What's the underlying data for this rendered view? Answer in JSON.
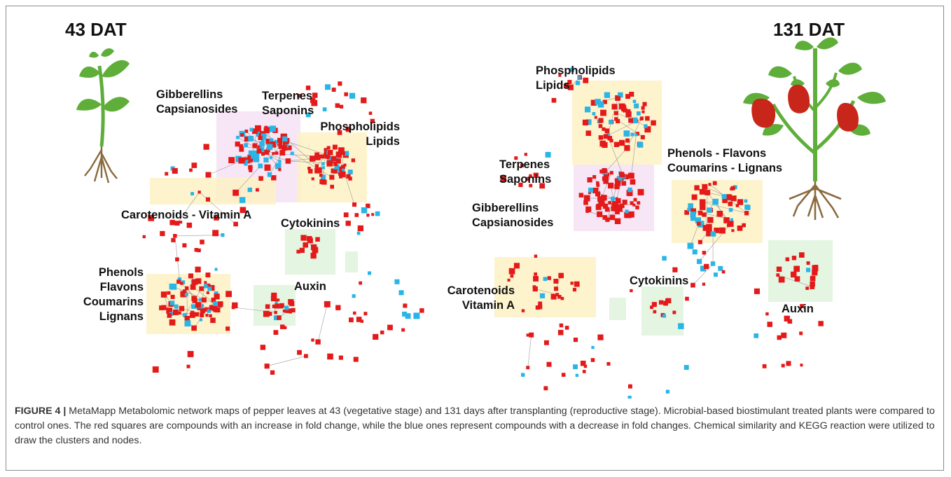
{
  "panels": {
    "left": {
      "title": "43 DAT",
      "labels": {
        "gibberellins": [
          "Gibberellins",
          "Capsianosides"
        ],
        "terpenes": [
          "Terpenes",
          "Saponins"
        ],
        "phospholipids": [
          "Phospholipids",
          "Lipids"
        ],
        "carotenoids": [
          "Carotenoids - Vitamin A"
        ],
        "cytokinins": [
          "Cytokinins"
        ],
        "phenols": [
          "Phenols",
          "Flavons",
          "Coumarins",
          "Lignans"
        ],
        "auxin": [
          "Auxin"
        ]
      }
    },
    "right": {
      "title": "131 DAT",
      "labels": {
        "phospholipids": [
          "Phospholipids",
          "Lipids"
        ],
        "phenols": [
          "Phenols - Flavons",
          "Coumarins -  Lignans"
        ],
        "terpenes": [
          "Terpenes",
          "Saponins"
        ],
        "gibberellins": [
          "Gibberellins",
          "Capsianosides"
        ],
        "carotenoids": [
          "Carotenoids",
          "Vitamin A"
        ],
        "cytokinins": [
          "Cytokinins"
        ],
        "auxin": [
          "Auxin"
        ]
      }
    }
  },
  "colors": {
    "increase_node": "#e41a1a",
    "decrease_node": "#29b6e6",
    "edge": "#9a9a9a",
    "box_yellow": "#fdf1c4",
    "box_pink": "#f6e2f3",
    "box_green": "#dff3dc",
    "leaf": "#5fae3a",
    "root": "#8a6a3e",
    "pepper": "#c9261b"
  },
  "caption": {
    "figure_label": "FIGURE 4 |",
    "text": "MetaMapp Metabolomic network maps of pepper leaves at 43 (vegetative stage) and 131 days after transplanting (reproductive stage). Microbial-based biostimulant treated plants were compared to control ones. The red squares are compounds with an increase in fold change, while the blue ones represent compounds with a decrease in fold changes. Chemical similarity and KEGG reaction were utilized to draw the clusters and nodes."
  }
}
